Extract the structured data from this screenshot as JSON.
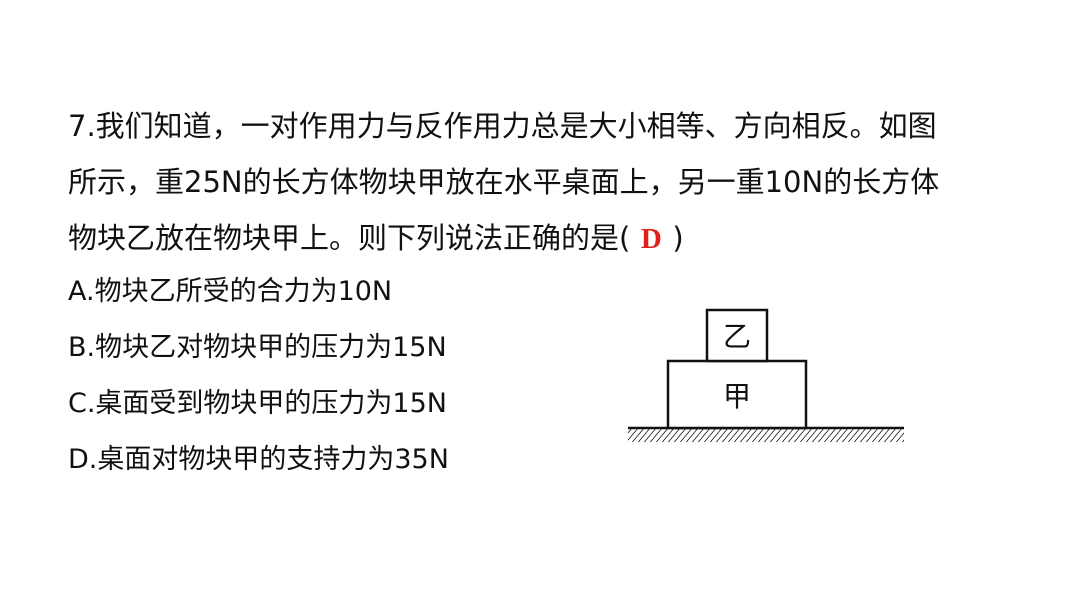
{
  "question": {
    "lines": [
      "7.我们知道，一对作用力与反作用力总是大小相等、方向相反。如图",
      "所示，重25N的长方体物块甲放在水平桌面上，另一重10N的长方体",
      "物块乙放在物块甲上。则下列说法正确的是("
    ],
    "answer": "D",
    "close_paren": ")"
  },
  "options": [
    "A.物块乙所受的合力为10N",
    "B.物块乙对物块甲的压力为15N",
    "C.桌面受到物块甲的压力为15N",
    "D.桌面对物块甲的支持力为35N"
  ],
  "diagram": {
    "top_block_label": "乙",
    "bottom_block_label": "甲"
  }
}
